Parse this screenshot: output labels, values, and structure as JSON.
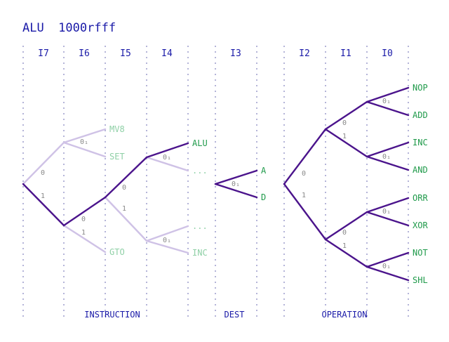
{
  "title": "ALU  1000rfff",
  "columns": [
    "I7",
    "I6",
    "I5",
    "I4",
    "I3",
    "I2",
    "I1",
    "I0"
  ],
  "groups": [
    "INSTRUCTION",
    "DEST",
    "OPERATION"
  ],
  "colors": {
    "title": "#1a1aa8",
    "header": "#1a1aa8",
    "active_edge": "#4b148c",
    "inactive_edge": "#cfc2e6",
    "active_label": "#1f9a4a",
    "inactive_label": "#8fd0a6",
    "bit_label": "#888888",
    "gridline": "#6a6ab0"
  },
  "instruction": {
    "i7_bit0": "0",
    "i7_bit1": "1",
    "i6_bit01": "0₁",
    "i6_bit0": "0",
    "i6_bit1": "1",
    "i5_bit0": "0",
    "i5_bit1": "1",
    "i4_bit01_top": "0₁",
    "i4_bit01_bottom": "0₁",
    "leaf_mv8": "MV8",
    "leaf_set": "SET",
    "leaf_gto": "GTO",
    "leaf_alu": "ALU",
    "leaf_dots_top": "...",
    "leaf_dots_bottom": "...",
    "leaf_inc": "INC"
  },
  "dest": {
    "bit01": "0₁",
    "leaf_a": "A",
    "leaf_d": "D"
  },
  "operation": {
    "i2_bit0": "0",
    "i2_bit1": "1",
    "i1_bit0_top": "0",
    "i1_bit1_top": "1",
    "i1_bit0_bottom": "0",
    "i1_bit1_bottom": "1",
    "i0_bit01_1": "0₁",
    "i0_bit01_2": "0₁",
    "i0_bit01_3": "0₁",
    "i0_bit01_4": "0₁",
    "leaf_nop": "NOP",
    "leaf_add": "ADD",
    "leaf_inc": "INC",
    "leaf_and": "AND",
    "leaf_orr": "ORR",
    "leaf_xor": "XOR",
    "leaf_not": "NOT",
    "leaf_shl": "SHL"
  }
}
